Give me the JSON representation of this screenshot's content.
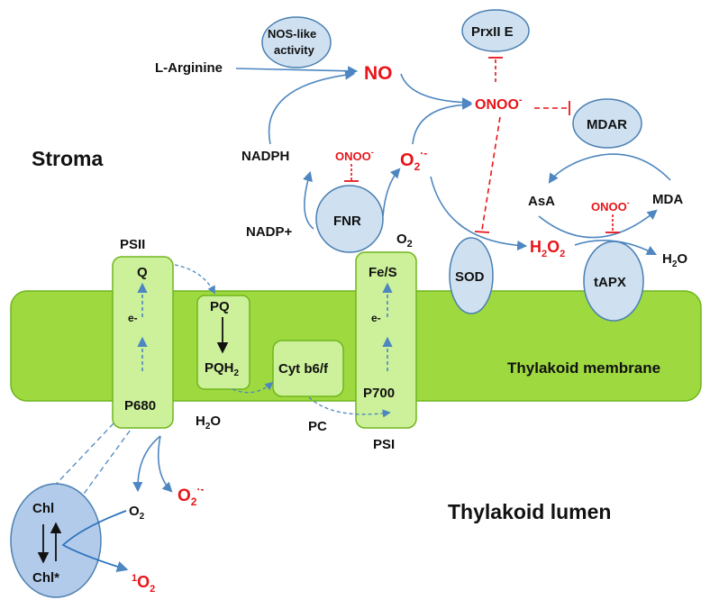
{
  "regions": {
    "stroma": "Stroma",
    "membrane": "Thylakoid membrane",
    "lumen": "Thylakoid lumen"
  },
  "complexes": {
    "psii": "PSII",
    "psi": "PSI",
    "q": "Q",
    "p680": "P680",
    "pq": "PQ",
    "pqh2_base": "PQH",
    "pqh2_sub": "2",
    "cyt": "Cyt b6/f",
    "fes": "Fe/S",
    "p700": "P700",
    "electron": "e-",
    "pc": "PC"
  },
  "enzymes": {
    "nos_line1": "NOS-like",
    "nos_line2": "activity",
    "prx": "PrxII E",
    "mdar": "MDAR",
    "fnr": "FNR",
    "sod": "SOD",
    "tapx": "tAPX",
    "chl": "Chl",
    "chl_star": "Chl*"
  },
  "molecules": {
    "arginine": "L-Arginine",
    "no": "NO",
    "onoo": "ONOO",
    "onoo_sup": "-",
    "nadph": "NADPH",
    "nadp": "NADP+",
    "o2_base": "O",
    "o2_sub": "2",
    "superoxide_base": "O",
    "superoxide_sub": "2",
    "superoxide_sup": "·-",
    "h2o2_h": "H",
    "h2o2_sub1": "2",
    "h2o2_o": "O",
    "h2o2_sub2": "2",
    "h2o_h": "H",
    "h2o_sub": "2",
    "h2o_o": "O",
    "asa": "AsA",
    "mda": "MDA",
    "singlet_sup": "1",
    "singlet_base": "O",
    "singlet_sub": "2"
  },
  "colors": {
    "membrane_fill": "#9ed93f",
    "membrane_stroke": "#6fb51e",
    "complex_fill": "#cdf19a",
    "complex_stroke": "#6fb51e",
    "enzyme_fill": "#cfe1f1",
    "enzyme_stroke": "#4a7fb1",
    "chl_fill": "#b3cbea",
    "arrow_blue": "#4d86c0",
    "inhibit_red": "#e8141a",
    "ros_red": "#e8141a"
  }
}
